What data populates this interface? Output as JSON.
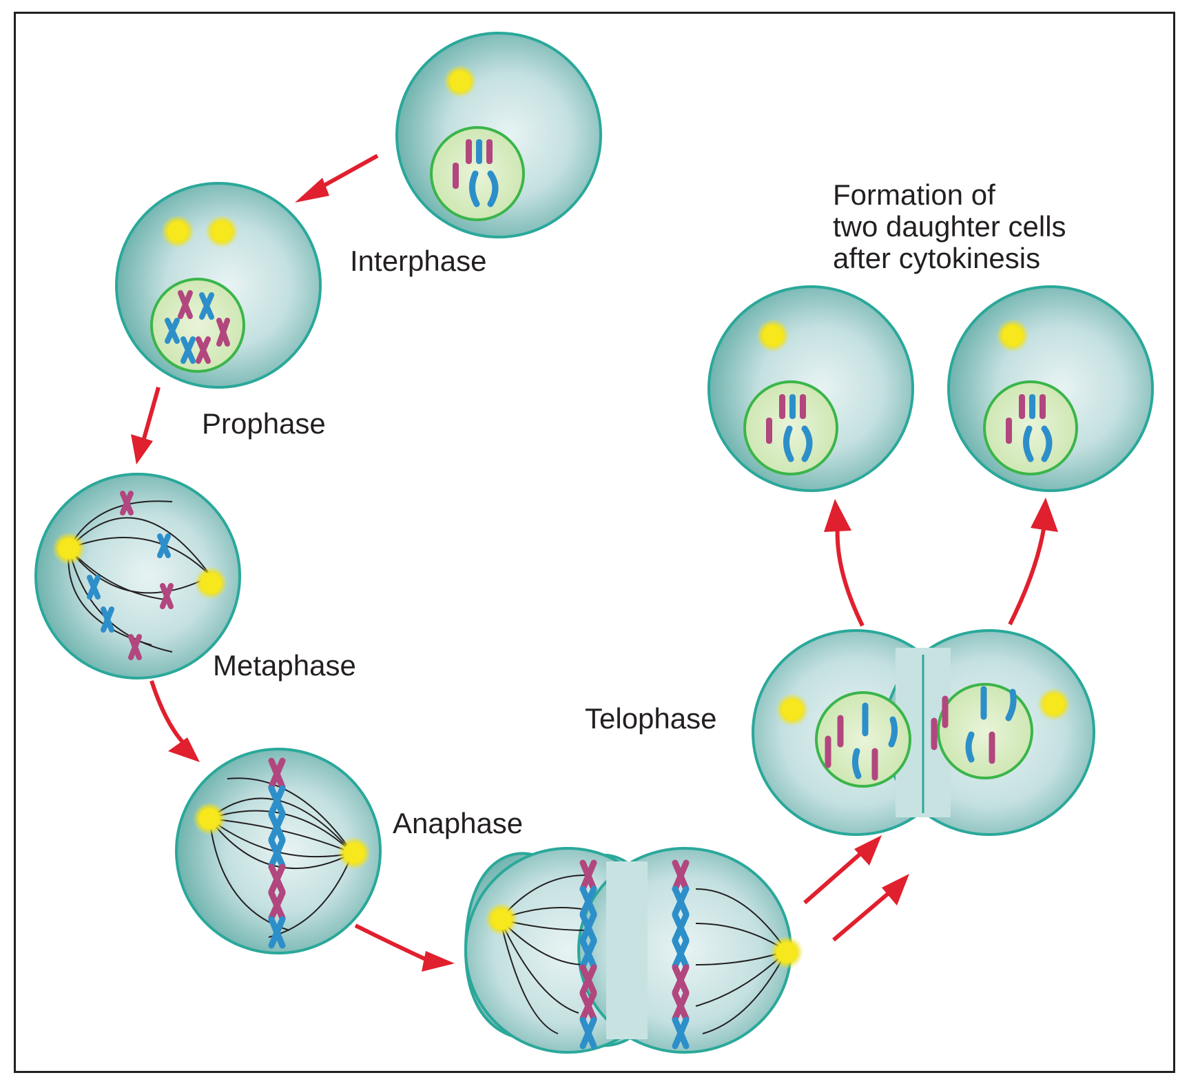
{
  "labels": {
    "interphase": "Interphase",
    "prophase": "Prophase",
    "metaphase": "Metaphase",
    "anaphase": "Anaphase",
    "telophase": "Telophase"
  },
  "caption": {
    "line1": "Formation of",
    "line2": "two daughter cells",
    "line3": "after cytokinesis"
  },
  "colors": {
    "cell_fill_center": "#e4f1f1",
    "cell_fill_edge": "#6fb3ae",
    "cell_outline": "#2aa89a",
    "nucleus_fill": "#d8ecc0",
    "nucleus_outline": "#3bb54a",
    "chromosome_magenta": "#b2467e",
    "chromosome_blue": "#2d8fc9",
    "centrosome": "#f6e81c",
    "arrow": "#e0202e",
    "frame": "#231f20"
  }
}
